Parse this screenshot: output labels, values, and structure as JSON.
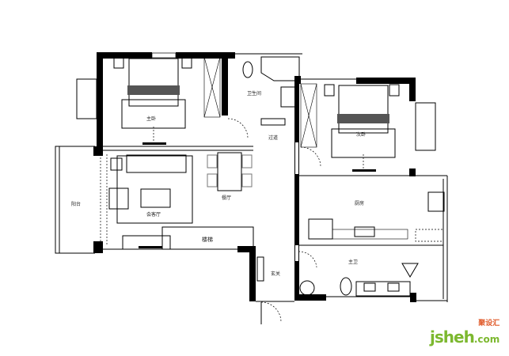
{
  "rooms": {
    "master_bedroom": "主卧",
    "bathroom": "卫生间",
    "corridor": "过道",
    "second_bedroom": "次卧",
    "west_balcony": "阳台",
    "living_room": "会客厅",
    "dining_room": "餐厅",
    "stairs": "楼梯",
    "entrance": "玄关",
    "kitchen": "厨房",
    "master_bath": "主卫"
  },
  "logo": {
    "main": "jsheh",
    "suffix": ".com",
    "cn": "聚设汇"
  }
}
